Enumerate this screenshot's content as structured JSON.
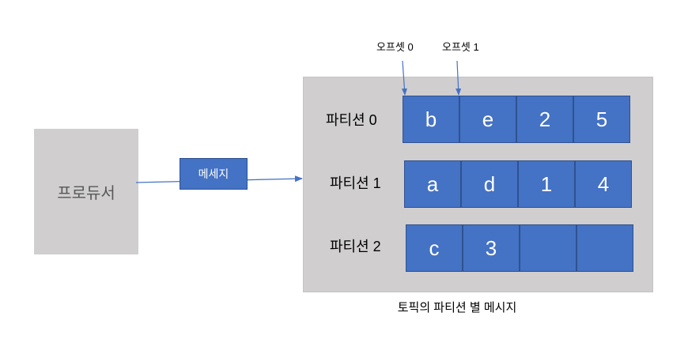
{
  "producer": {
    "label": "프로듀서"
  },
  "message": {
    "label": "메세지"
  },
  "topic": {
    "caption": "토픽의 파티션 별 메시지",
    "offset_labels": [
      "오프셋 0",
      "오프셋 1"
    ],
    "partitions": [
      {
        "label": "파티션 0",
        "messages": [
          "b",
          "e",
          "2",
          "5"
        ]
      },
      {
        "label": "파티션 1",
        "messages": [
          "a",
          "d",
          "1",
          "4"
        ]
      },
      {
        "label": "파티션 2",
        "messages": [
          "c",
          "3",
          "",
          ""
        ]
      }
    ]
  },
  "colors": {
    "cell_fill": "#4472c4",
    "cell_border": "#2f528f",
    "box_gray": "#d0cecf",
    "arrow": "#4472c4"
  }
}
